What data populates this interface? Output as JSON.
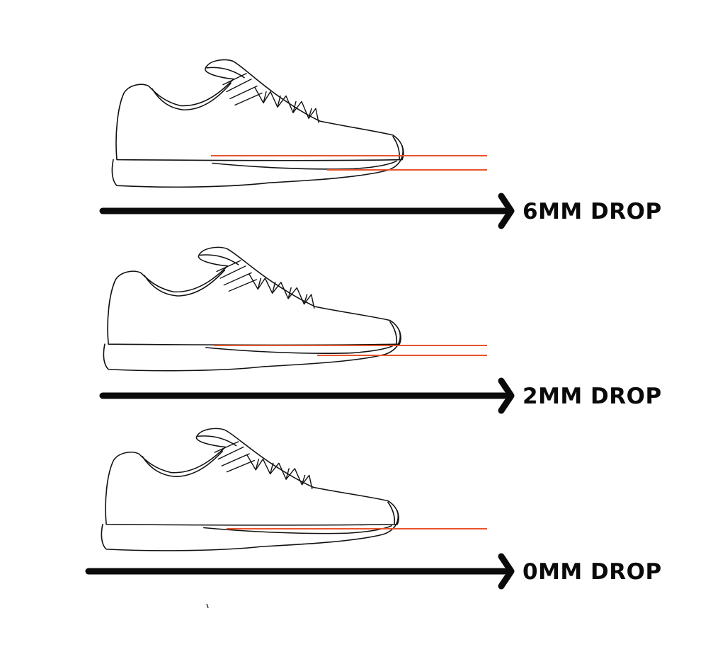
{
  "diagram": {
    "rows": [
      {
        "label": "6MM DROP",
        "drop_mm": 6
      },
      {
        "label": "2MM DROP",
        "drop_mm": 2
      },
      {
        "label": "0MM DROP",
        "drop_mm": 0
      }
    ],
    "colors": {
      "outline": "#111111",
      "drop_line": "#e8542b",
      "arrow": "#0a0a0a",
      "background": "#ffffff"
    }
  }
}
